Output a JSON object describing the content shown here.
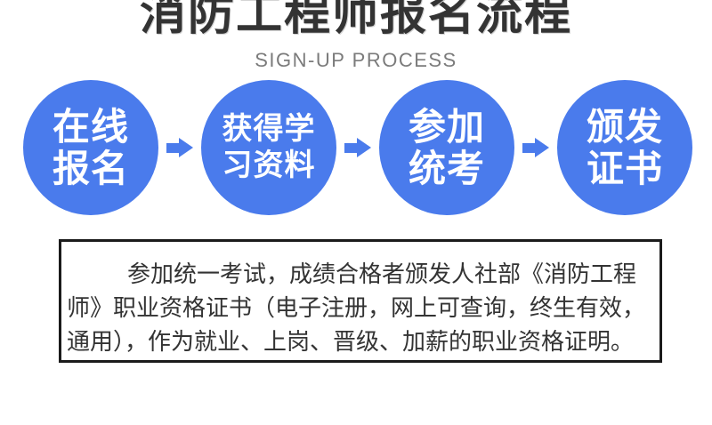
{
  "header": {
    "title": "消防工程师报名流程",
    "subtitle": "SIGN-UP PROCESS"
  },
  "process": {
    "steps": [
      {
        "name": "online-registration",
        "line1": "在线",
        "line2": "报名"
      },
      {
        "name": "get-study-materials",
        "line1": "获得学",
        "line2": "习资料"
      },
      {
        "name": "take-unified-exam",
        "line1": "参加",
        "line2": "统考"
      },
      {
        "name": "issue-certificate",
        "line1": "颁发",
        "line2": "证书"
      }
    ]
  },
  "notice": {
    "full_text": "参加统一考试，成绩合格者颁发人社部《消防工程师》职业资格证书（电子注册，网上可查询，终生有效，通用），作为就业、上岗、晋级、加薪的职业资格证明。",
    "lines": [
      "参加统一考试，成绩合格者颁发人社部《消防工程",
      "师》职业资格证书（电子注册，网上可查询，终生有效，",
      "通用），作为就业、上岗、晋级、加薪的职业资格证明。"
    ]
  },
  "colors": {
    "circle_blue": "#4a7bec",
    "arrow_blue": "#4a7bec",
    "title_dark": "#333333",
    "subtitle_gray": "#7b7b7b",
    "notice_border": "#1b1b1b",
    "background": "#ffffff"
  }
}
